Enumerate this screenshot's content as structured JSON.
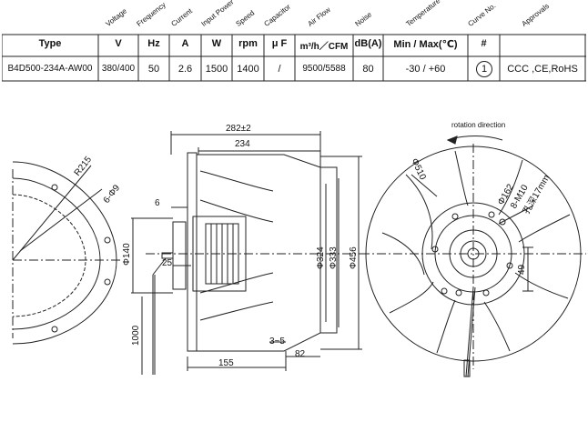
{
  "table": {
    "headers": [
      "Voltage",
      "Frequency",
      "Current",
      "Input Power",
      "Speed",
      "Capacitor",
      "Air Flow",
      "Noise",
      "Temperature",
      "Curve No.",
      "Approvals"
    ],
    "units": [
      "Type",
      "V",
      "Hz",
      "A",
      "W",
      "rpm",
      "μ F",
      "m³/h／CFM",
      "dB(A)",
      "Min / Max(℃)",
      "#",
      ""
    ],
    "row": [
      "B4D500-234A-AW00",
      "380/400",
      "50",
      "2.6",
      "1500",
      "1400",
      "/",
      "9500/5588",
      "80",
      "-30 / +60",
      "1",
      "CCC ,CE,RoHS"
    ]
  },
  "drawing": {
    "side_view": {
      "radius_label": "R215",
      "holes_label": "6-Φ9"
    },
    "front_view": {
      "overall_width": "282±2",
      "body_width": "234",
      "flange_thickness": "6",
      "shaft_offset": "25",
      "hub_diameter": "Φ140",
      "cable_length": "1000",
      "diameters": [
        "Φ324",
        "Φ333",
        "Φ456"
      ],
      "gap": "3~5",
      "inlet_depth": "82",
      "base_length": "155"
    },
    "rear_view": {
      "rotation_label": "rotation direction",
      "outer_diameter": "Φ510",
      "bolt_circle": "Φ162",
      "bolts": "8-M10",
      "bolt_depth": "孔深17mm",
      "offset": "49"
    }
  }
}
